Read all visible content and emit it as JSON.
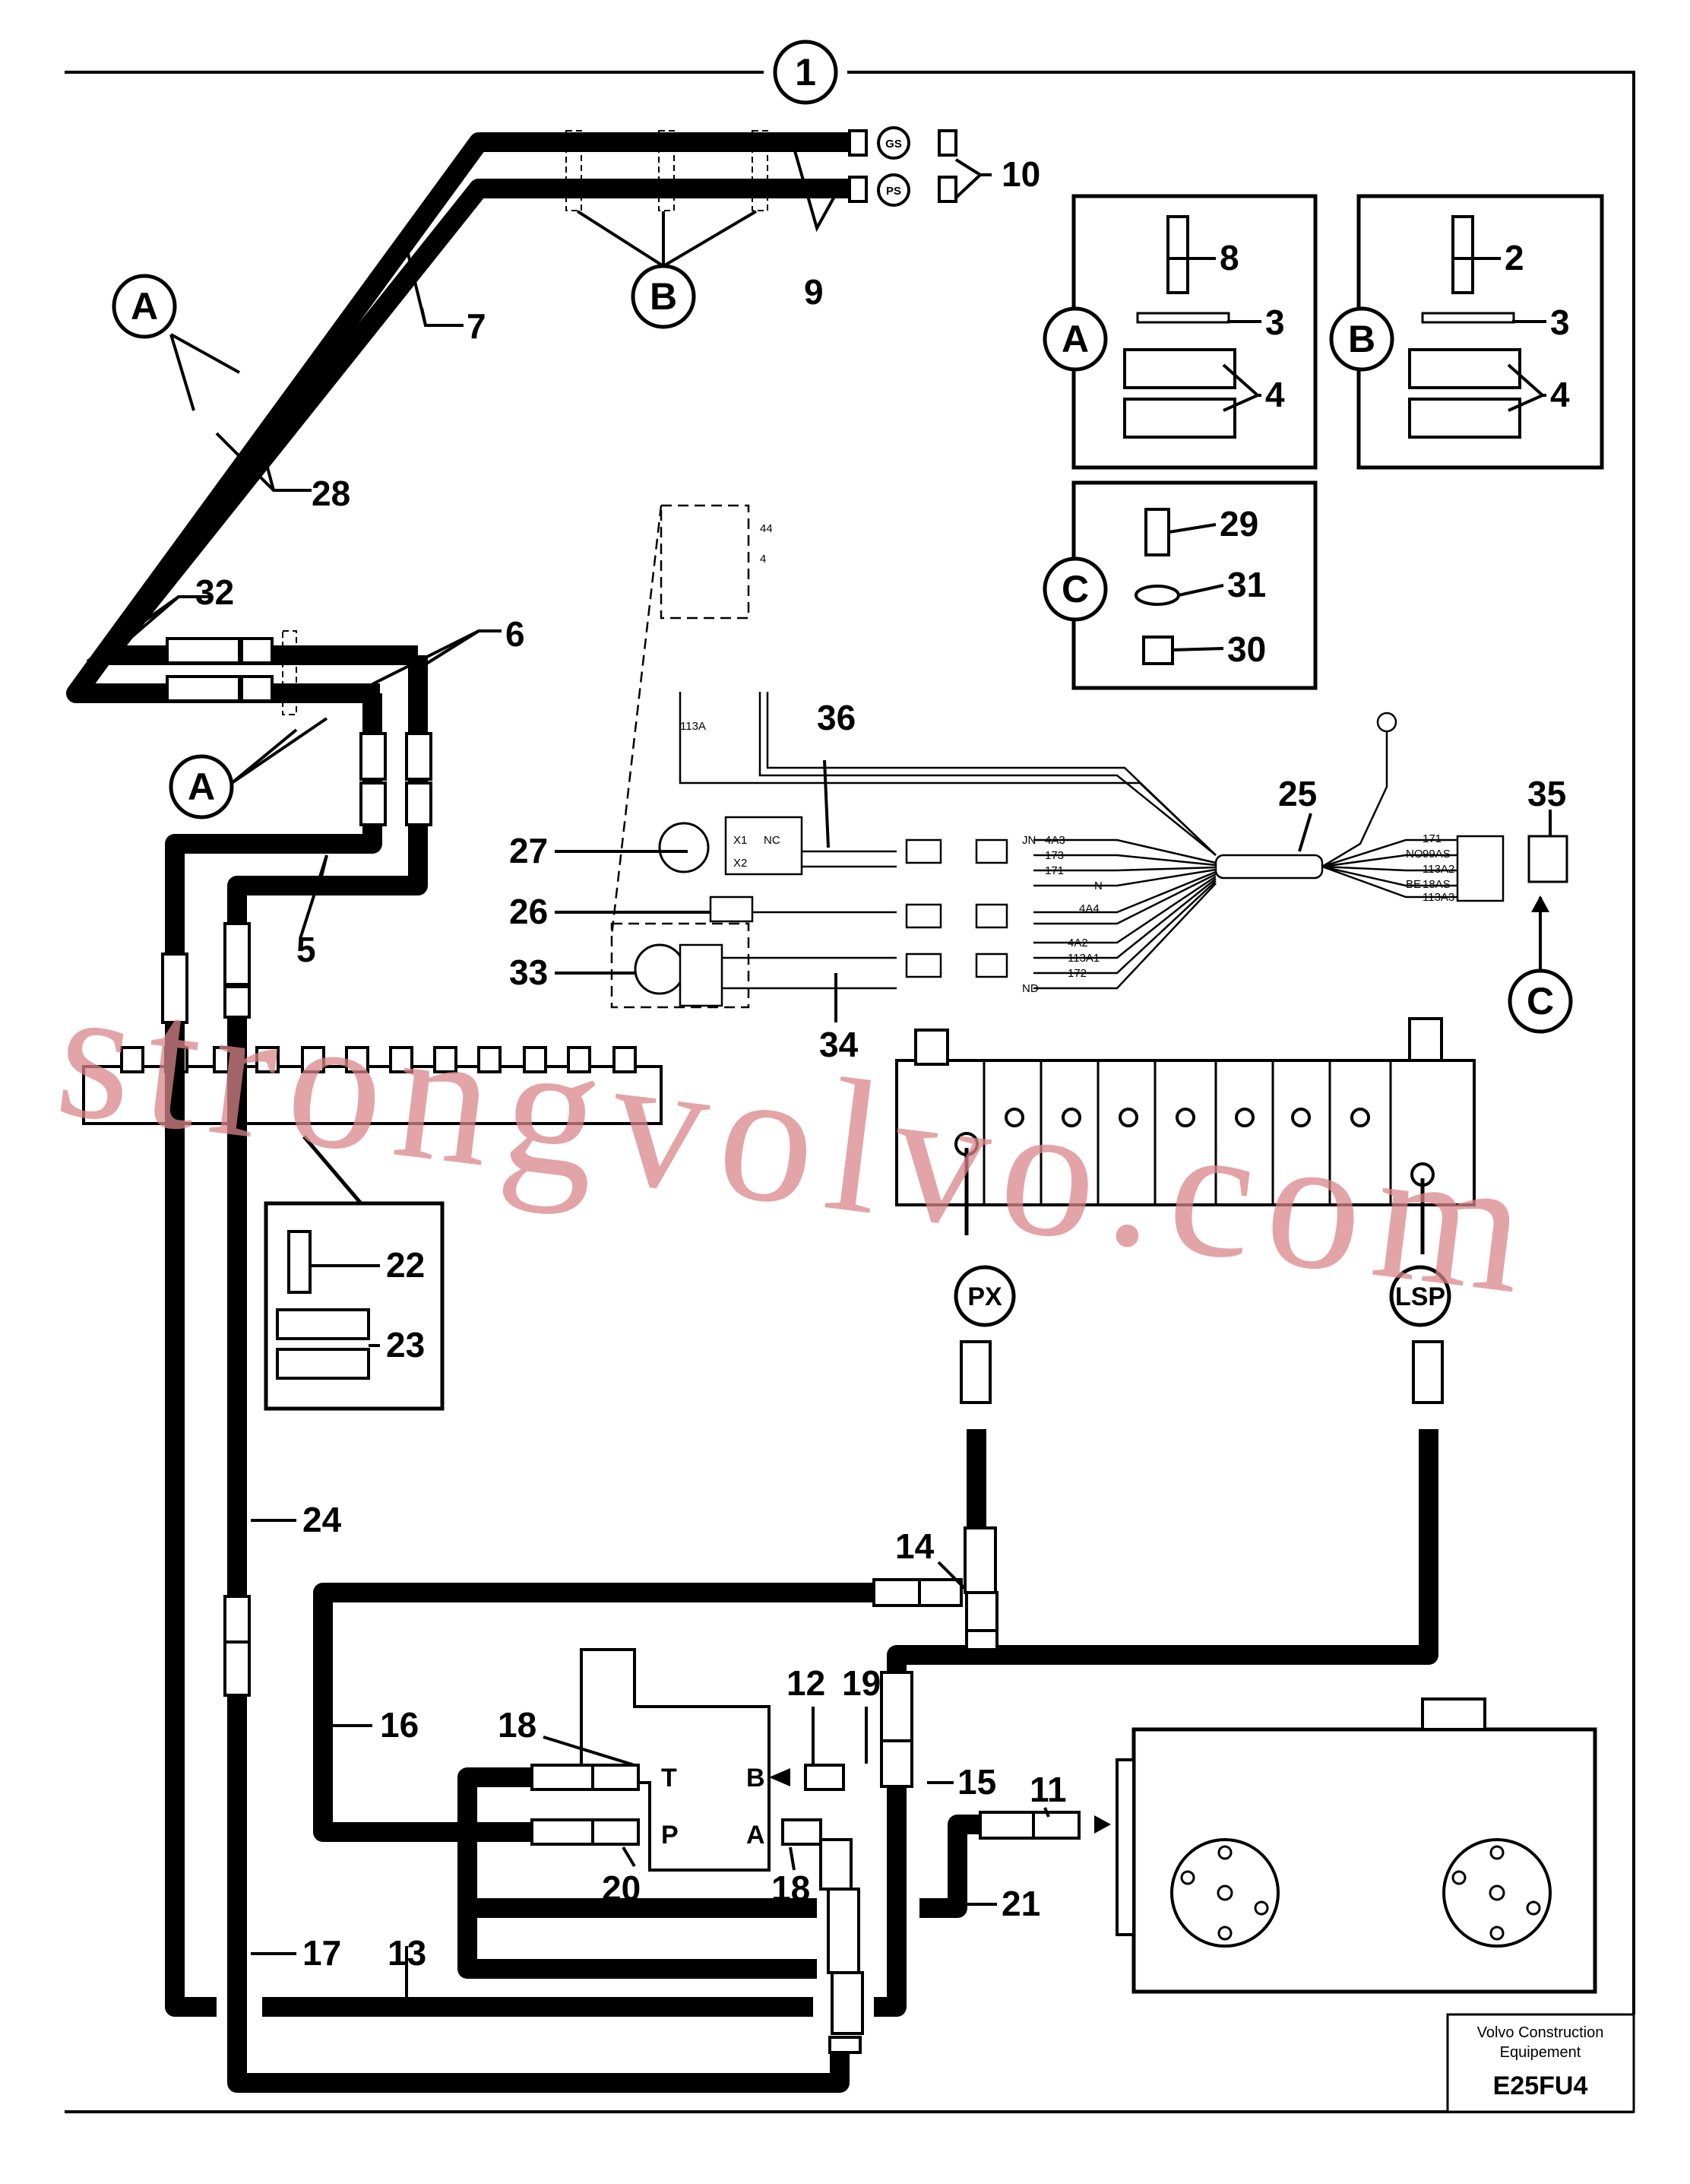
{
  "page_label": "1",
  "detail_letters": [
    "A",
    "B",
    "C"
  ],
  "callouts": {
    "n1": "1",
    "n2": "2",
    "n3": "3",
    "n4": "4",
    "n5": "5",
    "n6": "6",
    "n7": "7",
    "n8": "8",
    "n9": "9",
    "n10": "10",
    "n11": "11",
    "n12": "12",
    "n13": "13",
    "n14": "14",
    "n15": "15",
    "n16": "16",
    "n17": "17",
    "n18": "18",
    "n19": "19",
    "n20": "20",
    "n21": "21",
    "n22": "22",
    "n23": "23",
    "n24": "24",
    "n25": "25",
    "n26": "26",
    "n27": "27",
    "n28": "28",
    "n29": "29",
    "n30": "30",
    "n31": "31",
    "n32": "32",
    "n33": "33",
    "n34": "34",
    "n35": "35",
    "n36": "36"
  },
  "ports": {
    "gs": "GS",
    "ps": "PS",
    "px": "PX",
    "lsp": "LSP",
    "t": "T",
    "p": "P",
    "b": "B",
    "a": "A"
  },
  "wire_codes": {
    "w4a3": "4A3",
    "w173": "173",
    "w171": "171",
    "w4a4": "4A4",
    "w4a2": "4A2",
    "w113a1": "113A1",
    "w172": "172",
    "w99as": "99AS",
    "w113a2": "113A2",
    "w18as": "18AS",
    "w113a3": "113A3",
    "w44": "44",
    "w4": "4",
    "w113a": "113A"
  },
  "wire_tags": {
    "jn": "JN",
    "n": "N",
    "no": "NO",
    "nc": "NC",
    "be": "BE",
    "nd": "ND",
    "x1": "X1",
    "x2": "X2"
  },
  "watermark": "strongvolvo.com",
  "footer": {
    "company": "Volvo Construction Equipement",
    "code": "E25FU4"
  }
}
